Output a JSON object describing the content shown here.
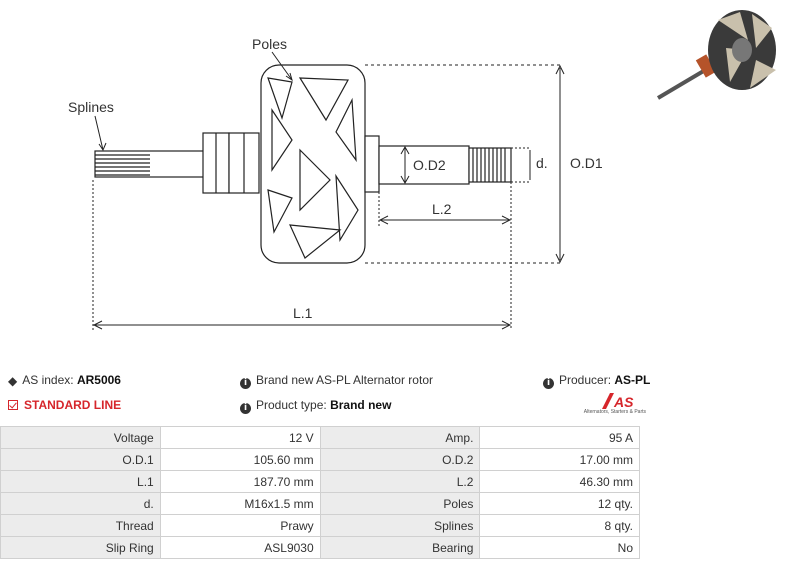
{
  "diagram": {
    "labels": {
      "poles": "Poles",
      "splines": "Splines",
      "od2": "O.D2",
      "d": "d.",
      "od1": "O.D1",
      "l2": "L.2",
      "l1": "L.1"
    }
  },
  "info": {
    "as_index_label": "AS index:",
    "as_index_value": "AR5006",
    "standard_line": "STANDARD LINE",
    "description": "Brand new AS-PL Alternator rotor",
    "product_type_label": "Product type:",
    "product_type_value": "Brand new",
    "producer_label": "Producer:",
    "producer_value": "AS-PL",
    "logo_text": "AS",
    "logo_subtext": "Alternators, Starters & Parts"
  },
  "specs": [
    [
      "Voltage",
      "12 V",
      "Amp.",
      "95 A"
    ],
    [
      "O.D.1",
      "105.60 mm",
      "O.D.2",
      "17.00 mm"
    ],
    [
      "L.1",
      "187.70 mm",
      "L.2",
      "46.30 mm"
    ],
    [
      "d.",
      "M16x1.5 mm",
      "Poles",
      "12 qty."
    ],
    [
      "Thread",
      "Prawy",
      "Splines",
      "8 qty."
    ],
    [
      "Slip Ring",
      "ASL9030",
      "Bearing",
      "No"
    ]
  ],
  "colors": {
    "accent": "#d6262b",
    "line": "#222222"
  }
}
